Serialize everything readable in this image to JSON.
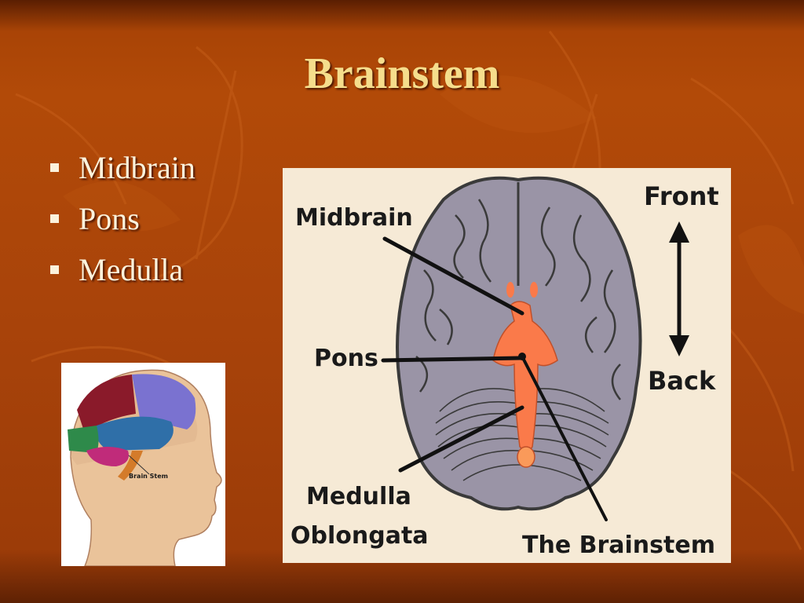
{
  "slide": {
    "title": "Brainstem",
    "bullets": [
      "Midbrain",
      "Pons",
      "Medulla"
    ]
  },
  "head_figure": {
    "label": "Brain Stem"
  },
  "brain_figure": {
    "labels": {
      "midbrain": "Midbrain",
      "pons": "Pons",
      "medulla_line1": "Medulla",
      "medulla_line2": "Oblongata",
      "brainstem": "The Brainstem",
      "front": "Front",
      "back": "Back"
    }
  },
  "colors": {
    "title": "#f5dd8c",
    "bullet_text": "#fbf2dc",
    "brainstem_orange": "#fa7a4a",
    "brain_gray": "#9a94a6"
  }
}
